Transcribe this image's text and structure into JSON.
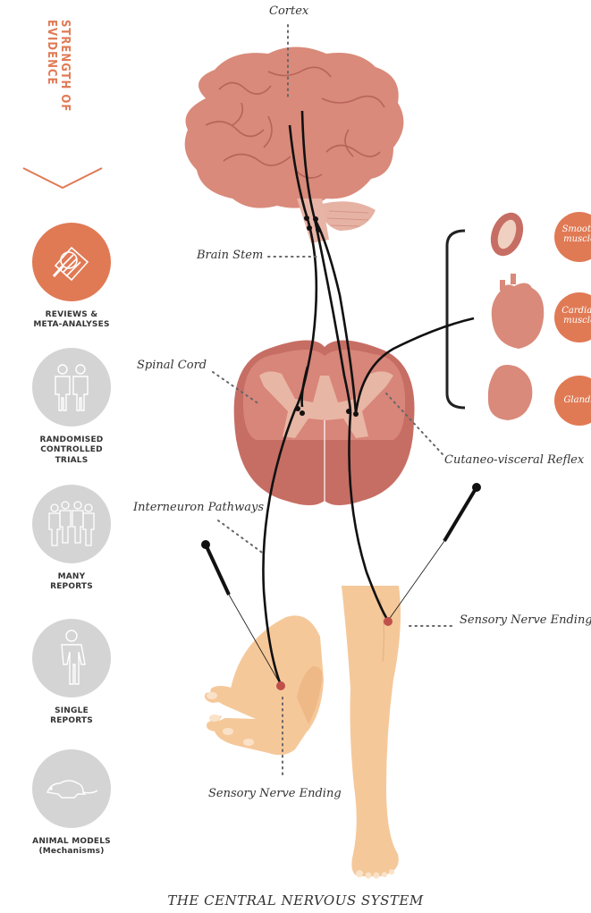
{
  "evidence": {
    "title": "STRENGTH OF EVIDENCE",
    "levels": [
      {
        "label": "REVIEWS &\nMETA-ANALYSES",
        "icon": "book-magnifier-icon",
        "active": true
      },
      {
        "label": "RANDOMISED\nCONTROLLED\nTRIALS",
        "icon": "two-people-icon",
        "active": false
      },
      {
        "label": "MANY\nREPORTS",
        "icon": "group-people-icon",
        "active": false
      },
      {
        "label": "SINGLE\nREPORTS",
        "icon": "person-icon",
        "active": false
      },
      {
        "label": "ANIMAL MODELS\n(Mechanisms)",
        "icon": "rat-icon",
        "active": false
      }
    ]
  },
  "diagram": {
    "labels": {
      "cortex": "Cortex",
      "brain_stem": "Brain Stem",
      "spinal_cord": "Spinal Cord",
      "interneuron": "Interneuron Pathways",
      "reflex": "Cutaneo-visceral Reflex",
      "sensory_leg": "Sensory Nerve Ending",
      "sensory_hand": "Sensory Nerve Ending"
    },
    "organs": [
      {
        "label": "Smooth\nmuscle",
        "icon": "vessel-icon"
      },
      {
        "label": "Cardiac\nmuscle",
        "icon": "heart-icon"
      },
      {
        "label": "Glands",
        "icon": "gland-icon"
      }
    ],
    "footer": "THE CENTRAL NERVOUS SYSTEM"
  },
  "colors": {
    "accent": "#e07a55",
    "brain": "#d98a7a",
    "brain_dark": "#b8645a",
    "skin": "#f5c89a",
    "grey": "#d4d4d4"
  }
}
